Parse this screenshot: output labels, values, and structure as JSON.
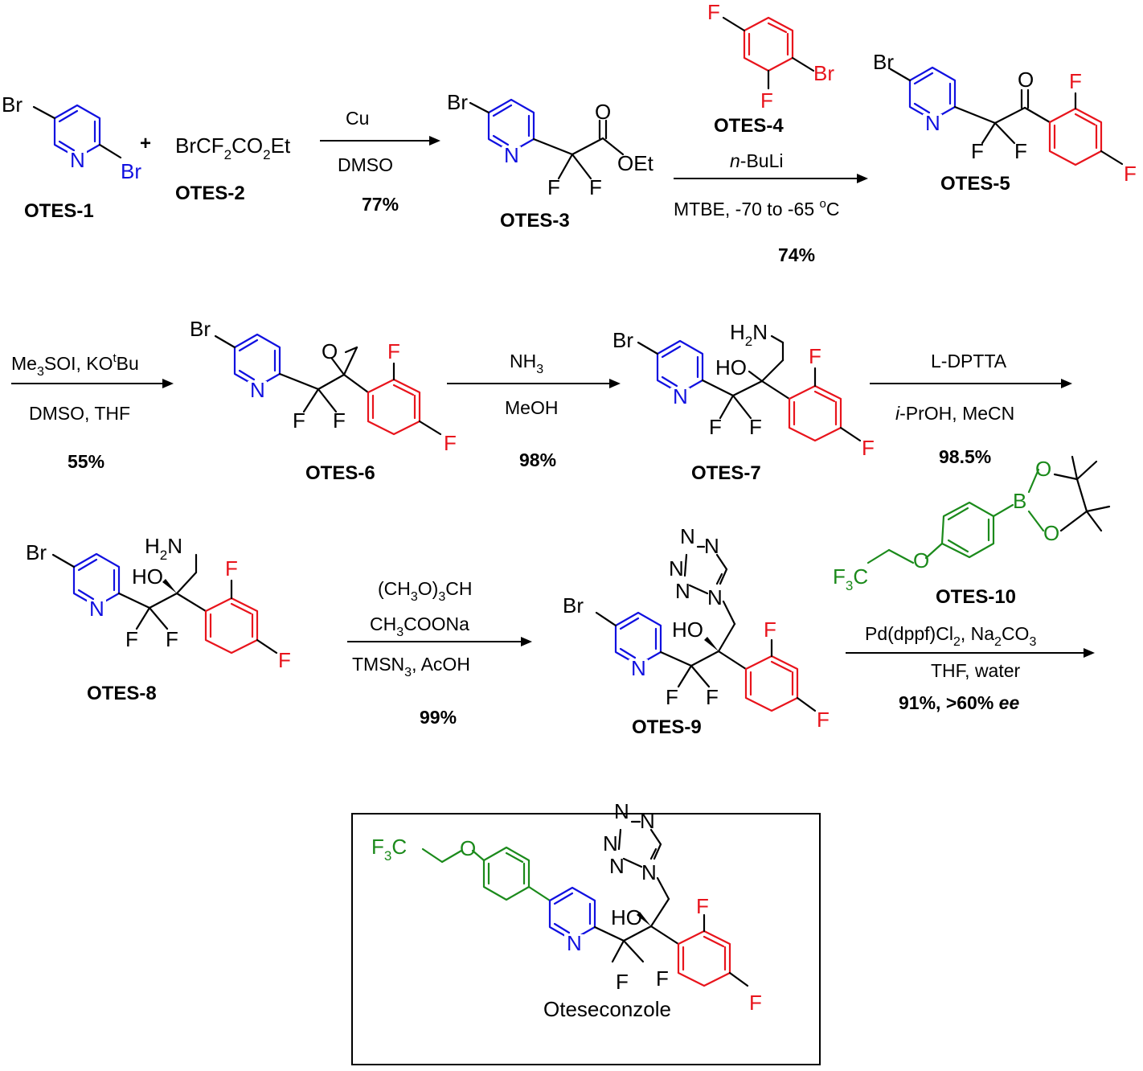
{
  "colors": {
    "pyridine": "#1010e0",
    "aryl": "#e8141c",
    "side_chain": "#1b8a1b",
    "text": "#000000"
  },
  "compounds": {
    "otes1": "OTES-1",
    "otes2": "OTES-2",
    "otes3": "OTES-3",
    "otes4": "OTES-4",
    "otes5": "OTES-5",
    "otes6": "OTES-6",
    "otes7": "OTES-7",
    "otes8": "OTES-8",
    "otes9": "OTES-9",
    "otes10": "OTES-10",
    "final": "Oteseconzole"
  },
  "plus_sign": "+",
  "reagent_otes2": {
    "a": "BrCF",
    "s1": "2",
    "b": "CO",
    "s2": "2",
    "c": "Et"
  },
  "step1": {
    "reagent": "Cu",
    "solvent": "DMSO",
    "yield": "77%"
  },
  "step2": {
    "reagent_i": "n",
    "reagent": "-BuLi",
    "cond_a": "MTBE, -70 to -65 ",
    "cond_sup": "o",
    "cond_b": "C",
    "yield": "74%"
  },
  "step3": {
    "r1": "Me",
    "r1_sub": "3",
    "r2": "SOI, KO",
    "r2_sup": "t",
    "r3": "Bu",
    "solvent": "DMSO, THF",
    "yield": "55%"
  },
  "step4": {
    "reagent": "NH",
    "reagent_sub": "3",
    "solvent": "MeOH",
    "yield": "98%"
  },
  "step5": {
    "reagent": "L-DPTTA",
    "solvent_i": "i",
    "solvent": "-PrOH, MeCN",
    "yield": "98.5%"
  },
  "step6": {
    "r1a": "(CH",
    "r1s1": "3",
    "r1b": "O)",
    "r1s2": "3",
    "r1c": "CH",
    "r2a": "CH",
    "r2s": "3",
    "r2b": "COONa",
    "r3a": "TMSN",
    "r3s": "3",
    "r3b": ", AcOH",
    "yield": "99%"
  },
  "step7": {
    "r1a": "Pd(dppf)Cl",
    "r1s1": "2",
    "r1b": ", Na",
    "r1s2": "2",
    "r1c": "CO",
    "r1s3": "3",
    "solvent": "THF, water",
    "yield": "91%, >60% ",
    "yield_i": "ee"
  },
  "atoms": {
    "br": "Br",
    "n": "N",
    "f": "F",
    "o": "O",
    "b": "B",
    "et": "OEt",
    "ho": "HO",
    "h2n_h": "H",
    "h2n_sub": "2",
    "h2n_n": "N",
    "f3c_f": "F",
    "f3c_sub": "3",
    "f3c_c": "C"
  }
}
